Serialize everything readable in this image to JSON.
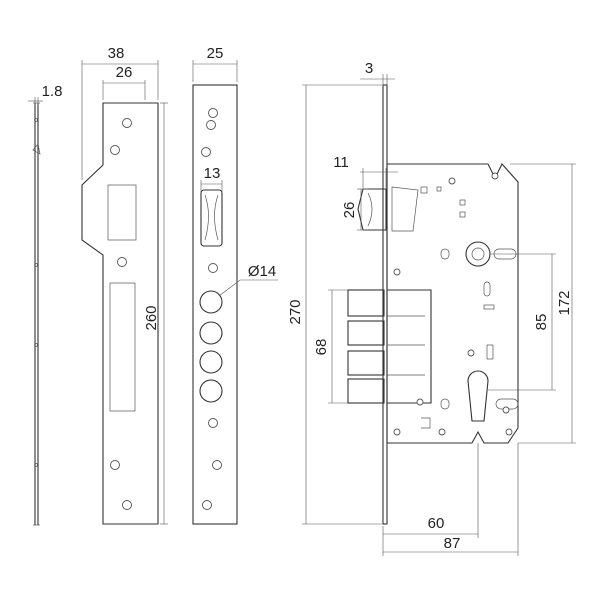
{
  "dimensions": {
    "d1_8": "1.8",
    "d38": "38",
    "d26a": "26",
    "d260": "260",
    "d25": "25",
    "d13": "13",
    "dia14": "Ø14",
    "d3": "3",
    "d270": "270",
    "d11": "11",
    "d26b": "26",
    "d68": "68",
    "d85": "85",
    "d172": "172",
    "d60": "60",
    "d87": "87"
  },
  "colors": {
    "line": "#333333",
    "background": "#ffffff"
  }
}
